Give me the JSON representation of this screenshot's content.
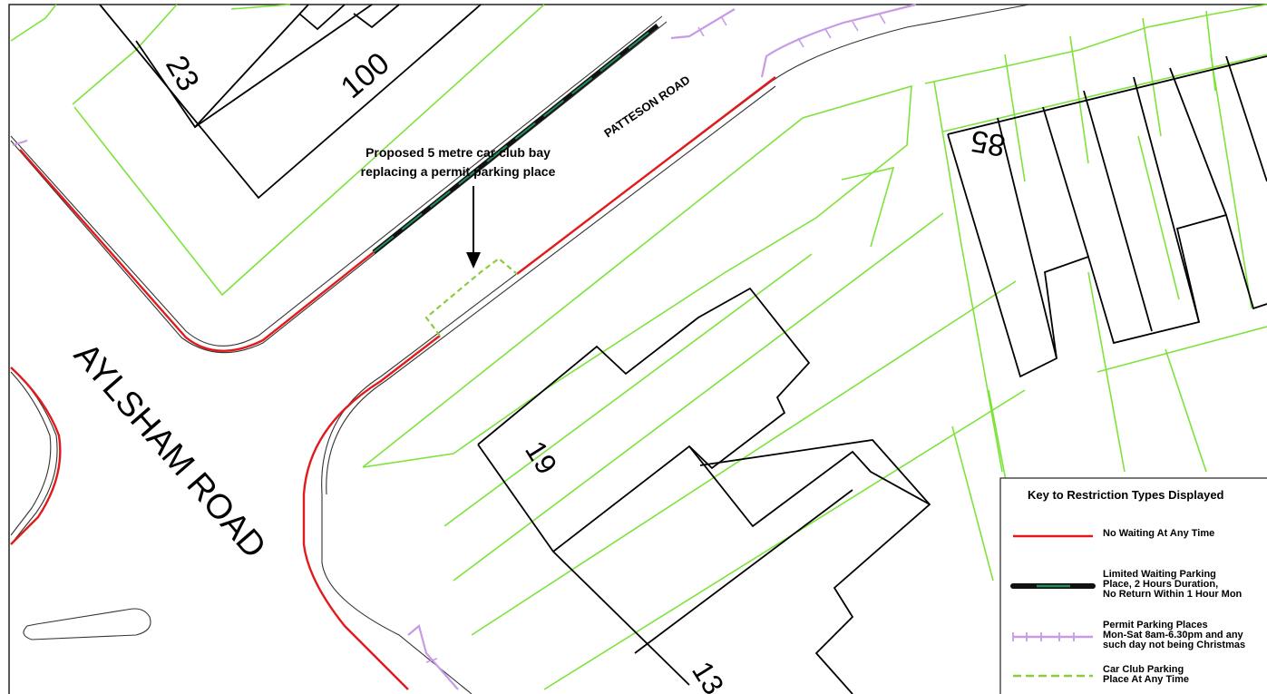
{
  "annotation": {
    "line1": "Proposed 5 metre car club bay",
    "line2": "replacing a permit parking place"
  },
  "roads": {
    "aylsham": "AYLSHAM ROAD",
    "patteson": "PATTESON ROAD"
  },
  "house_numbers": {
    "n23": "23",
    "n100": "100",
    "n85": "85",
    "n19": "19",
    "n13": "13"
  },
  "legend": {
    "title": "Key to Restriction Types Displayed",
    "items": [
      {
        "lines": [
          "No Waiting At Any Time"
        ],
        "symbol": "red-line"
      },
      {
        "lines": [
          "Limited Waiting Parking",
          "Place, 2 Hours Duration,",
          "No Return Within 1 Hour Mon"
        ],
        "symbol": "black-green-line"
      },
      {
        "lines": [
          "Permit Parking Places",
          "Mon-Sat 8am-6.30pm and any",
          "such day not being Christmas"
        ],
        "symbol": "purple-ticked-line"
      },
      {
        "lines": [
          "Car Club Parking",
          "Place At Any Time"
        ],
        "symbol": "green-dashed-line"
      }
    ]
  },
  "colors": {
    "no_waiting": "#e31a1c",
    "limited_waiting_dark": "#111111",
    "limited_waiting_green": "#1f8f5a",
    "permit": "#c79be6",
    "car_club": "#8dcc3f",
    "property_boundary": "#7de33a",
    "building": "#000000",
    "kerb": "#333333"
  }
}
